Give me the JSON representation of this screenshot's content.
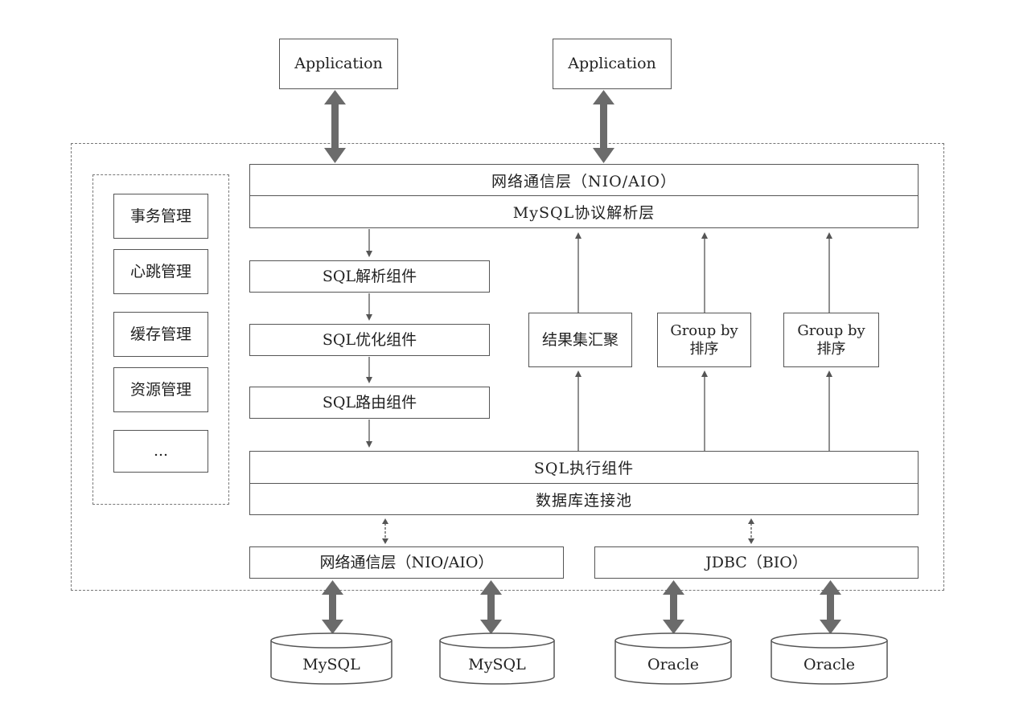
{
  "top": {
    "app_left": "Application",
    "app_right": "Application"
  },
  "middleware": {
    "network_layer": "网络通信层（NIO/AIO）",
    "protocol_layer": "MySQL协议解析层",
    "sql_parse": "SQL解析组件",
    "sql_optimize": "SQL优化组件",
    "sql_route": "SQL路由组件",
    "result_merge": "结果集汇聚",
    "group_sort_1": {
      "line1": "Group by",
      "line2": "排序"
    },
    "group_sort_2": {
      "line1": "Group by",
      "line2": "排序"
    },
    "sql_execute": "SQL执行组件",
    "connection_pool": "数据库连接池",
    "backend_network": "网络通信层（NIO/AIO）",
    "jdbc": "JDBC（BIO）"
  },
  "management": {
    "items": [
      "事务管理",
      "心跳管理",
      "缓存管理",
      "资源管理",
      "..."
    ]
  },
  "databases": [
    "MySQL",
    "MySQL",
    "Oracle",
    "Oracle"
  ],
  "colors": {
    "line": "#555555",
    "thick_arrow": "#6b6b6b",
    "dashed": "#777777"
  }
}
